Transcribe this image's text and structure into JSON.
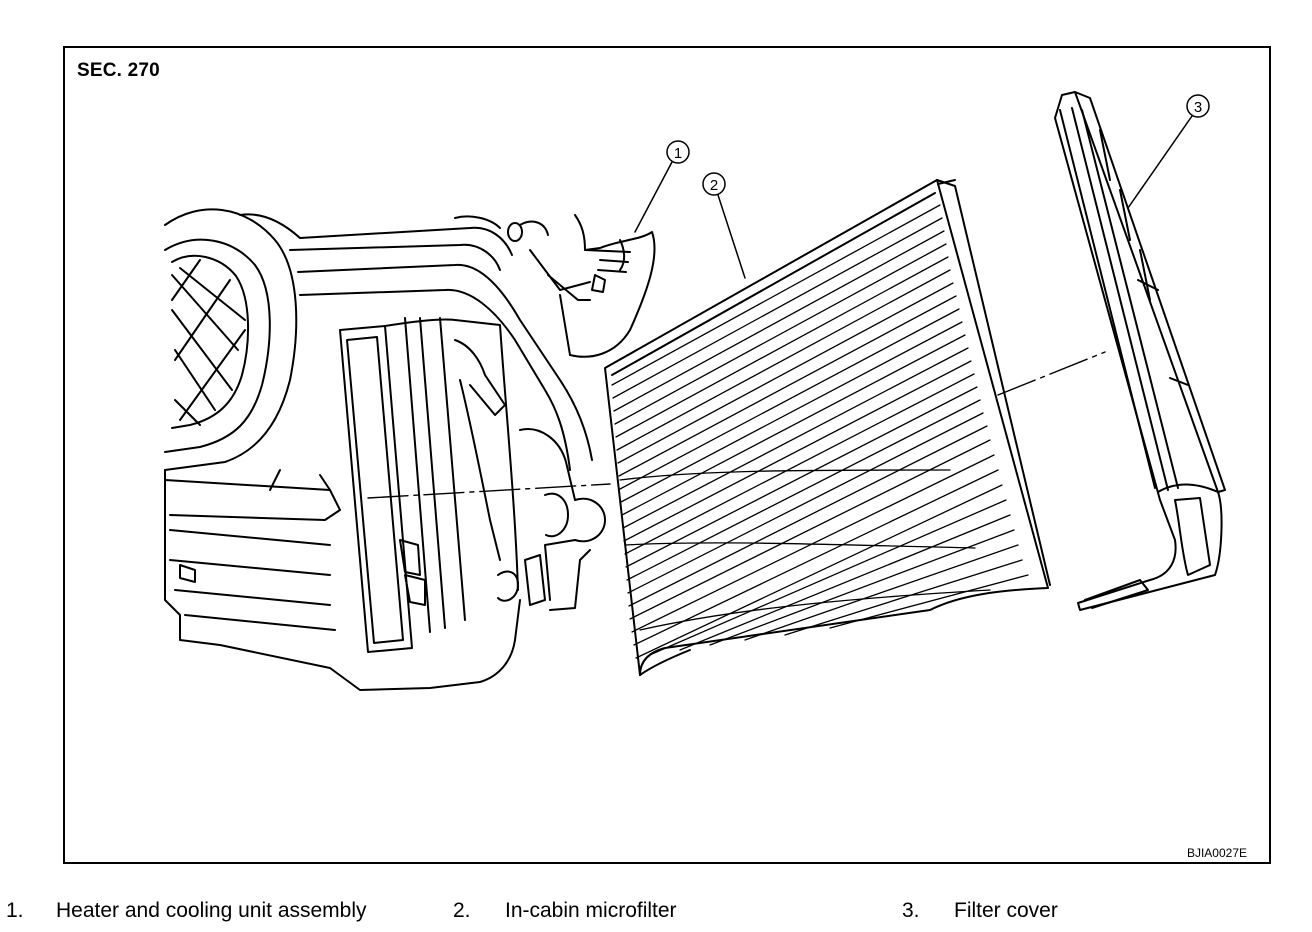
{
  "figure": {
    "section_label": "SEC. 270",
    "figure_code": "BJIA0027E",
    "callouts": [
      "1",
      "2",
      "3"
    ]
  },
  "legend": [
    {
      "number": "1.",
      "label": "Heater and cooling unit assembly"
    },
    {
      "number": "2.",
      "label": "In-cabin microfilter"
    },
    {
      "number": "3.",
      "label": "Filter cover"
    }
  ]
}
